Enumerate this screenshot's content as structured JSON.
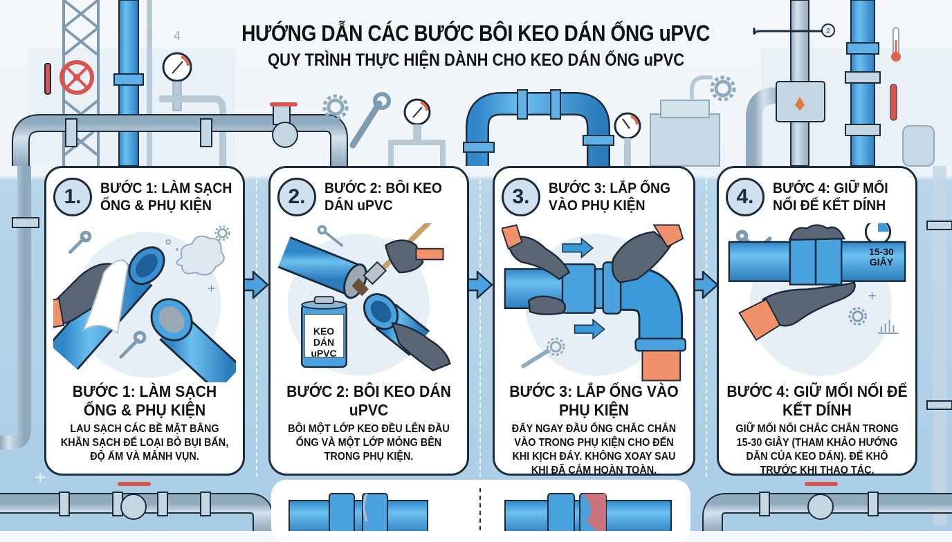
{
  "header": {
    "title": "HƯỚNG DẪN CÁC BƯỚC BÔI KEO DÁN ỐNG uPVC",
    "subtitle": "QUY TRÌNH THỰC HIỆN DÀNH CHO KEO DÁN ỐNG uPVC"
  },
  "colors": {
    "pipe_blue": "#3a9ad9",
    "pipe_gray": "#a9c0d2",
    "outline": "#1c2a3a",
    "valve_red": "#d9534f",
    "glove": "#5a6675",
    "skin": "#f0916a",
    "background_blue": "#aacde6"
  },
  "steps": [
    {
      "number": "1.",
      "heading": "BƯỚC 1: LÀM SẠCH ỐNG & PHỤ KIỆN",
      "title": "BƯỚC 1: LÀM SẠCH ỐNG & PHỤ KIỆN",
      "description": "LAU SẠCH CÁC BỀ MẶT BẰNG KHĂN SẠCH ĐỂ LOẠI BỎ BỤI BẨN, ĐỘ ẨM VÀ MẢNH VỤN.",
      "icons": [
        "glove-hand-icon",
        "cloth-icon",
        "pipe-icon",
        "dust-cloud-icon",
        "wrench-icon",
        "gear-icon"
      ]
    },
    {
      "number": "2.",
      "heading": "BƯỚC 2: BÔI KEO DÁN uPVC",
      "title": "BƯỚC 2: BÔI KEO DÁN uPVC",
      "description": "BÔI MỘT LỚP KEO ĐỀU LÊN ĐẦU ỐNG VÀ MỘT LỚP MỎNG BÊN TRONG PHỤ KIỆN.",
      "can_label": "KEO DÁN uPVC",
      "icons": [
        "brush-icon",
        "glue-can-icon",
        "pipe-icon",
        "glove-hand-icon",
        "wrench-icon"
      ]
    },
    {
      "number": "3.",
      "heading": "BƯỚC 3: LẮP ỐNG VÀO PHỤ KIỆN",
      "title": "BƯỚC 3: LẮP ỐNG VÀO PHỤ KIỆN",
      "description": "ĐẨY NGAY ĐẦU ỐNG CHẮC CHẮN VÀO TRONG PHỤ KIỆN CHO ĐẾN KHI KỊCH ĐÁY. KHÔNG XOAY SAU KHI ĐÃ CẮM HOÀN TOÀN.",
      "icons": [
        "push-arrow-icon",
        "elbow-fitting-icon",
        "glove-hand-icon",
        "gear-icon"
      ]
    },
    {
      "number": "4.",
      "heading": "BƯỚC 4: GIỮ MỐI NỐI ĐỂ KẾT DÍNH",
      "title": "BƯỚC 4: GIỮ MỐI NỐI ĐỂ KẾT DÍNH",
      "description": "GIỮ MỐI NỐI CHẮC CHẮN TRONG 15-30 GIÂY (THAM KHẢO HƯỚNG DẪN CỦA KEO DÁN). ĐỂ KHÔ TRƯỚC KHI THAO TÁC.",
      "timer_value": "15-30",
      "timer_unit": "GIÂY",
      "icons": [
        "stopwatch-icon",
        "wrench-screwdriver-icon",
        "pipe-joint-icon",
        "glove-hand-icon",
        "gear-icon",
        "chart-icon"
      ]
    }
  ],
  "bottom_comparison": {
    "left": "pipe-joint-correct-icon",
    "right": "pipe-joint-incorrect-icon"
  },
  "decor": {
    "gauge_number_left": "4",
    "gauge_number_right": "2"
  }
}
